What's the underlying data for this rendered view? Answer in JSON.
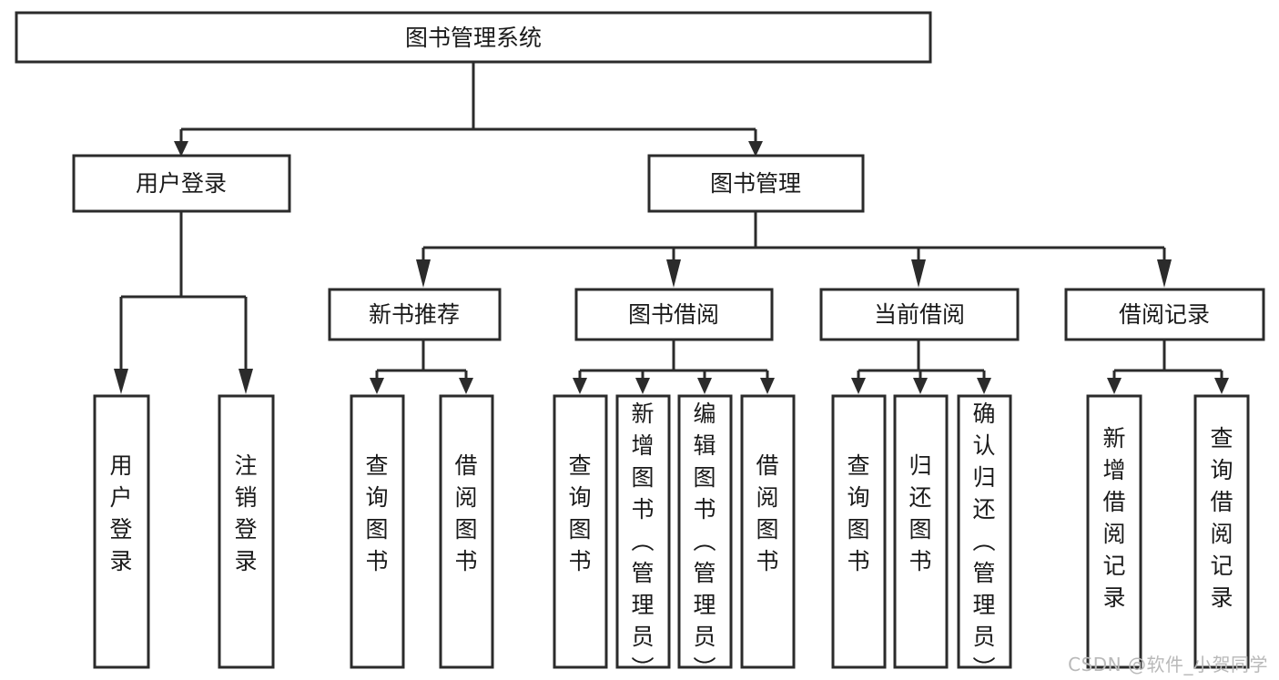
{
  "diagram": {
    "title": "图书管理系统",
    "type": "hierarchy-tree",
    "watermark": "CSDN @软件_小贺同学",
    "colors": {
      "stroke": "#2b2b2b",
      "fill": "#ffffff",
      "text": "#1a1a1a",
      "watermark": "#b9b9b9",
      "background": "#ffffff"
    },
    "levels": {
      "root": {
        "label": "图书管理系统"
      },
      "level2": [
        {
          "id": "user-login",
          "label": "用户登录"
        },
        {
          "id": "book-manage",
          "label": "图书管理"
        }
      ],
      "level3": [
        {
          "id": "new-book-recommend",
          "label": "新书推荐",
          "parent": "book-manage"
        },
        {
          "id": "book-borrow",
          "label": "图书借阅",
          "parent": "book-manage"
        },
        {
          "id": "current-borrow",
          "label": "当前借阅",
          "parent": "book-manage"
        },
        {
          "id": "borrow-record",
          "label": "借阅记录",
          "parent": "book-manage"
        }
      ],
      "leaves": [
        {
          "id": "leaf-user-login",
          "label": "用户登录",
          "parent": "user-login"
        },
        {
          "id": "leaf-logout-login",
          "label": "注销登录",
          "parent": "user-login"
        },
        {
          "id": "leaf-query-book-1",
          "label": "查询图书",
          "parent": "new-book-recommend"
        },
        {
          "id": "leaf-borrow-book-1",
          "label": "借阅图书",
          "parent": "new-book-recommend"
        },
        {
          "id": "leaf-query-book-2",
          "label": "查询图书",
          "parent": "book-borrow"
        },
        {
          "id": "leaf-add-book",
          "label": "新增图书（管理员）",
          "parent": "book-borrow"
        },
        {
          "id": "leaf-edit-book",
          "label": "编辑图书（管理员）",
          "parent": "book-borrow"
        },
        {
          "id": "leaf-borrow-book-2",
          "label": "借阅图书",
          "parent": "book-borrow"
        },
        {
          "id": "leaf-query-book-3",
          "label": "查询图书",
          "parent": "current-borrow"
        },
        {
          "id": "leaf-return-book",
          "label": "归还图书",
          "parent": "current-borrow"
        },
        {
          "id": "leaf-confirm-return",
          "label": "确认归还（管理员）",
          "parent": "current-borrow"
        },
        {
          "id": "leaf-add-record",
          "label": "新增借阅记录",
          "parent": "borrow-record"
        },
        {
          "id": "leaf-query-record",
          "label": "查询借阅记录",
          "parent": "borrow-record"
        }
      ]
    }
  }
}
